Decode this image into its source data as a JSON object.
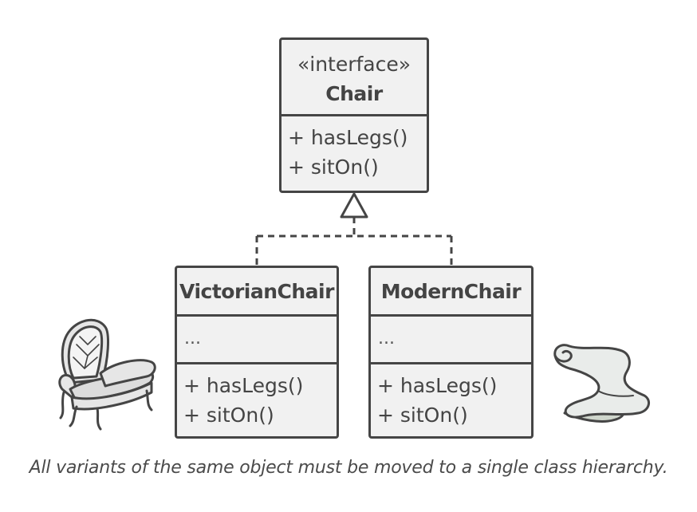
{
  "interface_class": {
    "stereotype": "«interface»",
    "name": "Chair",
    "methods": [
      "+ hasLegs()",
      "+ sitOn()"
    ]
  },
  "victorian_class": {
    "name": "VictorianChair",
    "fields": "...",
    "methods": [
      "+ hasLegs()",
      "+ sitOn()"
    ]
  },
  "modern_class": {
    "name": "ModernChair",
    "fields": "...",
    "methods": [
      "+ hasLegs()",
      "+ sitOn()"
    ]
  },
  "caption": "All variants of the same object must be moved to a single class hierarchy.",
  "icons": {
    "left": "victorian-armchair-icon",
    "right": "modern-curved-chair-icon"
  },
  "colors": {
    "stroke": "#454545",
    "box_fill": "#f1f1f1",
    "icon_fill": "#e6e6e6",
    "icon_shade": "#cfd6cc"
  }
}
